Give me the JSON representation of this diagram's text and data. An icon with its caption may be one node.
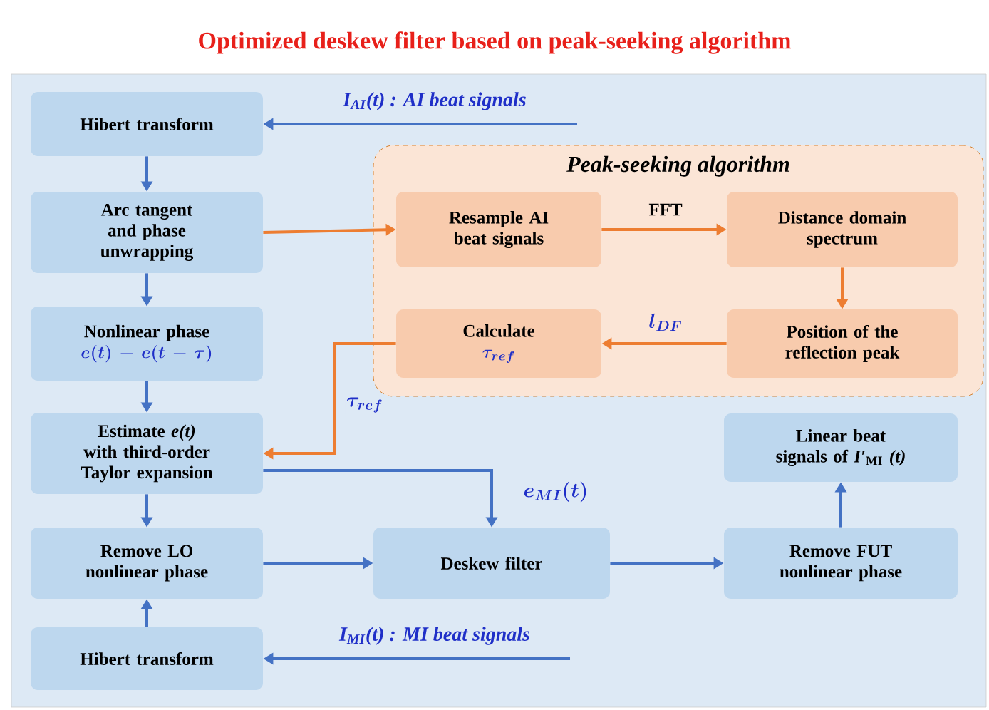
{
  "diagram": {
    "title": "Optimized deskew filter based on peak-seeking algorithm",
    "nodes": [
      {
        "text": [
          "Hibert transform"
        ]
      },
      {
        "text": [
          "Arc tangent and phase unwrapping"
        ]
      },
      {
        "text": [
          "Nonlinear phase",
          "e(t)-e(t-\\tau)"
        ]
      },
      {
        "text": [
          "Estimate *e(t)* with third-order Taylor expansion"
        ]
      },
      {
        "text": [
          "Remove LO nonlinear phase"
        ]
      },
      {
        "text": [
          "Hibert transform"
        ]
      },
      {
        "text": [
          "Peak-seeking algorithm"
        ]
      },
      {
        "text": [
          "Resample AI beat signals"
        ],
        "in": 6
      },
      {
        "text": [
          "Distance domain spectrum"
        ],
        "in": 6
      },
      {
        "text": [
          "Position of the reflection peak"
        ],
        "in": 6
      },
      {
        "text": [
          "Calculate",
          "\\tau_{ref}"
        ],
        "in": 6
      },
      {
        "text": [
          "Deskew filter"
        ]
      },
      {
        "text": [
          "Remove FUT nonlinear phase"
        ]
      },
      {
        "text": [
          "Linear beat signals of *I′*$_{MI}$ *(t)*"
        ]
      }
    ],
    "edges": [
      {
        "from": null,
        "to": 0,
        "arrow": "to",
        "label": "I$_{AI}$(t) : AI beat signals"
      },
      {
        "from": 0,
        "to": 1,
        "arrow": "to"
      },
      {
        "from": 1,
        "to": 2,
        "arrow": "to"
      },
      {
        "from": 2,
        "to": 3,
        "arrow": "to"
      },
      {
        "from": 1,
        "to": 7,
        "arrow": "to",
        "color": "#ed7d31"
      },
      {
        "from": 7,
        "to": 8,
        "arrow": "to",
        "label": "FFT",
        "color": "#ed7d31"
      },
      {
        "from": 8,
        "to": 9,
        "arrow": "to",
        "color": "#ed7d31"
      },
      {
        "from": 9,
        "to": 10,
        "arrow": "to",
        "label": "l_{DF}",
        "color": "#ed7d31"
      },
      {
        "from": 10,
        "to": 3,
        "arrow": "to",
        "label": "\\tau_{ref}",
        "color": "#ed7d31"
      },
      {
        "from": 3,
        "to": 11,
        "arrow": "to",
        "label": "e_{MI}(t)"
      },
      {
        "from": 3,
        "to": 4,
        "arrow": "to"
      },
      {
        "from": 5,
        "to": 4,
        "arrow": "to"
      },
      {
        "from": 4,
        "to": 11,
        "arrow": "to"
      },
      {
        "from": 11,
        "to": 12,
        "arrow": "to"
      },
      {
        "from": 12,
        "to": 13,
        "arrow": "to"
      },
      {
        "from": null,
        "to": 5,
        "arrow": "to",
        "label": "I$_{MI}$(t) : MI beat signals"
      }
    ]
  }
}
